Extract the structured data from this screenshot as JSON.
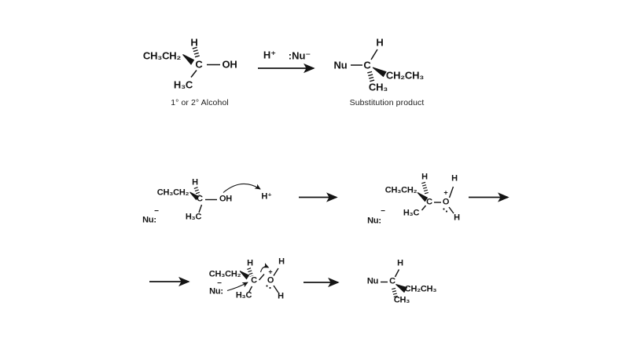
{
  "colors": {
    "ink": "#141414",
    "background": "#ffffff"
  },
  "overview": {
    "reactant": {
      "ethyl": "CH₃CH₂",
      "h": "H",
      "carbon": "C",
      "hydroxyl": "OH",
      "methyl": "H₃C",
      "caption": "1° or 2° Alcohol"
    },
    "conditions": {
      "acid": "H⁺",
      "nucleophile": ":Nu⁻"
    },
    "product": {
      "nucleophile": "Nu",
      "carbon": "C",
      "h": "H",
      "ethyl": "CH₂CH₃",
      "methyl": "CH₃",
      "caption": "Substitution product"
    }
  },
  "mechanism": {
    "step1": {
      "ethyl": "CH₃CH₂",
      "h": "H",
      "carbon": "C",
      "hydroxyl": "OH",
      "methyl": "H₃C",
      "nucleophile": "Nu:",
      "nucleophile_charge": "−",
      "proton": "H⁺"
    },
    "step2": {
      "ethyl": "CH₃CH₂",
      "h": "H",
      "carbon": "C",
      "oxygen": "O",
      "oxygen_charge": "+",
      "h_on_o_top": "H",
      "h_on_o_bottom": "H",
      "methyl": "H₃C",
      "nucleophile": "Nu:",
      "nucleophile_charge": "−"
    },
    "step3": {
      "ethyl": "CH₃CH₂",
      "h": "H",
      "carbon": "C",
      "oxygen": "O",
      "oxygen_charge": "+",
      "h_on_o_top": "H",
      "h_on_o_bottom": "H",
      "methyl": "H₃C",
      "nucleophile": "Nu:",
      "nucleophile_charge": "−"
    },
    "product": {
      "nucleophile": "Nu",
      "carbon": "C",
      "h": "H",
      "ethyl": "CH₂CH₃",
      "methyl": "CH₃"
    }
  }
}
